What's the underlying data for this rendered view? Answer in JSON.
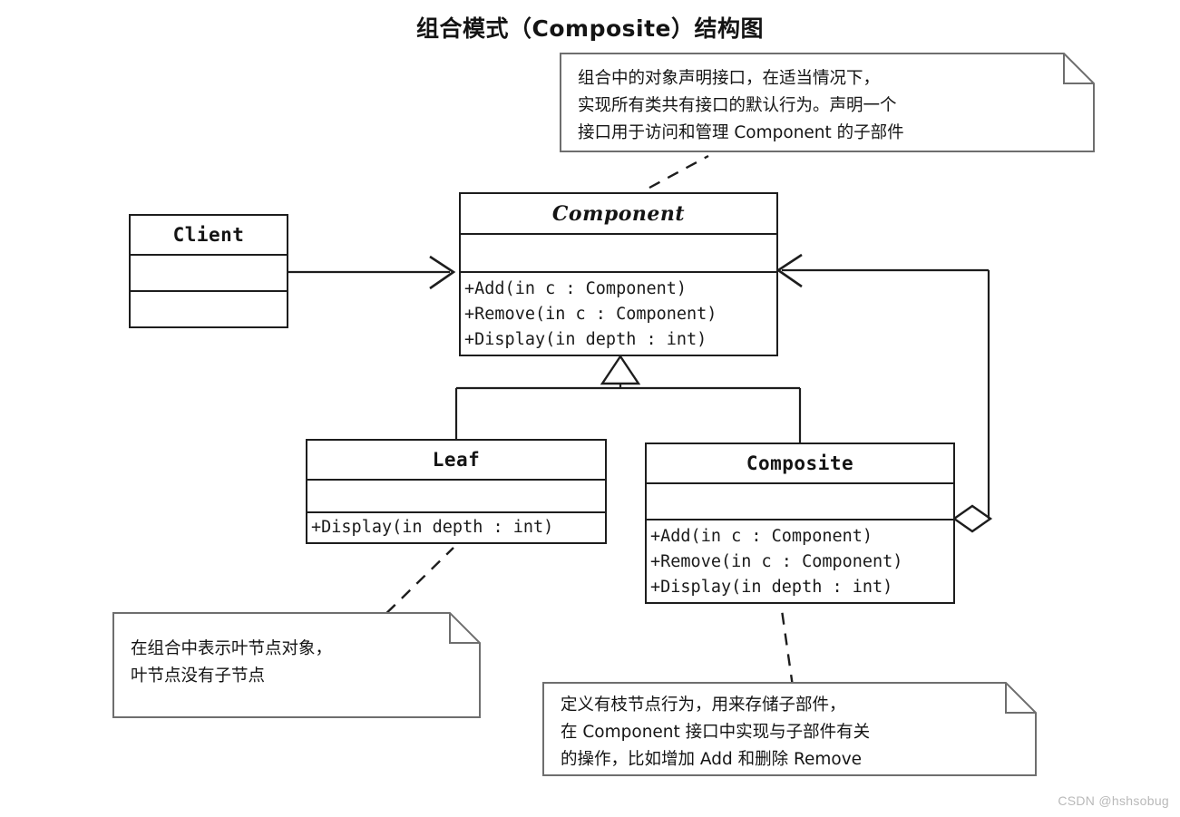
{
  "title": "组合模式（Composite）结构图",
  "colors": {
    "background": "#ffffff",
    "line": "#1d1d1d",
    "text": "#141414",
    "note_border": "#6e6e6e",
    "watermark": "#b9b9b9"
  },
  "classes": {
    "client": {
      "name": "Client",
      "abstract": false,
      "attributes": [],
      "methods": []
    },
    "component": {
      "name": "Component",
      "abstract": true,
      "attributes": [],
      "methods": [
        "+Add(in c : Component)",
        "+Remove(in c : Component)",
        "+Display(in depth : int)"
      ]
    },
    "leaf": {
      "name": "Leaf",
      "abstract": false,
      "attributes": [],
      "methods": [
        "+Display(in depth : int)"
      ]
    },
    "composite": {
      "name": "Composite",
      "abstract": false,
      "attributes": [],
      "methods": [
        "+Add(in c : Component)",
        "+Remove(in c : Component)",
        "+Display(in depth : int)"
      ]
    }
  },
  "notes": {
    "component_note": "组合中的对象声明接口，在适当情况下，\n实现所有类共有接口的默认行为。声明一个\n接口用于访问和管理 Component 的子部件",
    "leaf_note": "在组合中表示叶节点对象，\n叶节点没有子节点",
    "composite_note": "定义有枝节点行为，用来存储子部件，\n在 Component 接口中实现与子部件有关\n的操作，比如增加 Add 和删除 Remove"
  },
  "relationships": [
    {
      "name": "client-uses-component",
      "from": "Client",
      "to": "Component",
      "type": "association",
      "arrow": "open-arrow"
    },
    {
      "name": "leaf-inherits-component",
      "from": "Leaf",
      "to": "Component",
      "type": "generalization",
      "arrow": "hollow-triangle"
    },
    {
      "name": "composite-inherits-component",
      "from": "Composite",
      "to": "Component",
      "type": "generalization",
      "arrow": "hollow-triangle"
    },
    {
      "name": "composite-aggregates-component",
      "from": "Composite",
      "to": "Component",
      "type": "aggregation",
      "arrow": "hollow-diamond"
    }
  ],
  "anchors": [
    {
      "name": "component-note-anchor",
      "style": "dashed"
    },
    {
      "name": "leaf-note-anchor",
      "style": "dashed"
    },
    {
      "name": "composite-note-anchor",
      "style": "dashed"
    }
  ],
  "watermark": "CSDN @hshsobug"
}
